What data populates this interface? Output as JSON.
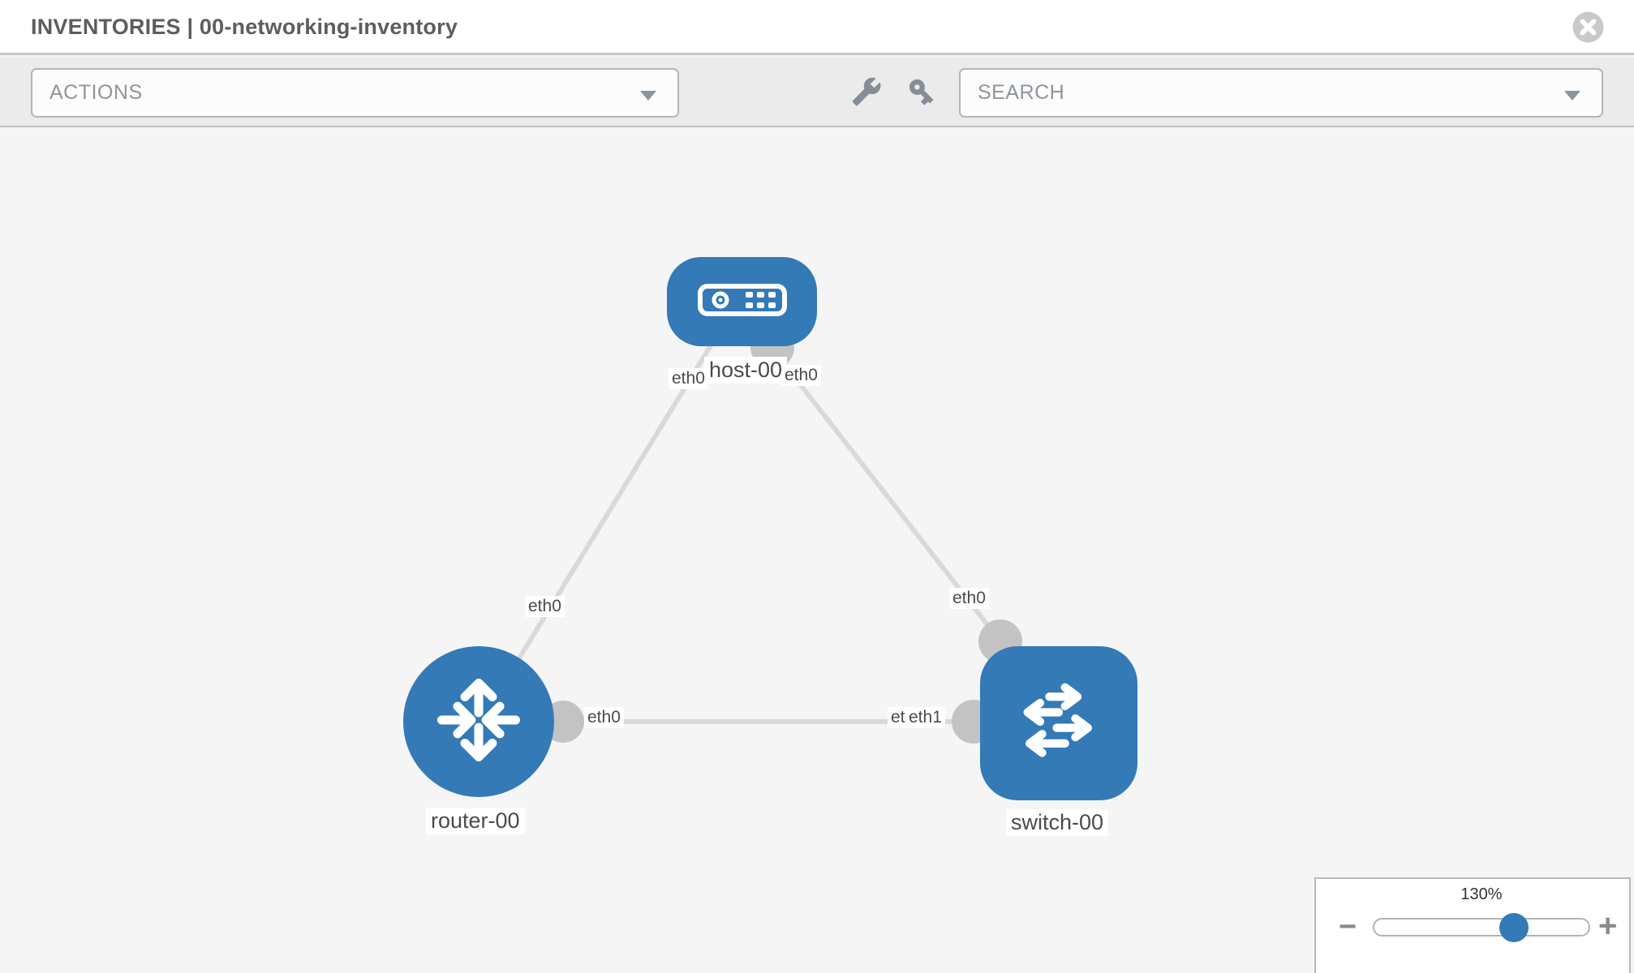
{
  "header": {
    "title": "INVENTORIES | 00-networking-inventory"
  },
  "toolbar": {
    "actions_label": "ACTIONS",
    "search_placeholder": "SEARCH",
    "wrench_icon": "wrench-icon",
    "key_icon": "key-icon"
  },
  "topology": {
    "nodes": [
      {
        "id": "host-00",
        "type": "host",
        "label": "host-00"
      },
      {
        "id": "router-00",
        "type": "router",
        "label": "router-00"
      },
      {
        "id": "switch-00",
        "type": "switch",
        "label": "switch-00"
      }
    ],
    "interfaces": [
      {
        "text": "eth0"
      },
      {
        "text": "eth0"
      },
      {
        "text": "eth0"
      },
      {
        "text": "eth0"
      },
      {
        "text": "eth0"
      },
      {
        "text": "eth0"
      },
      {
        "text": "eth1"
      }
    ],
    "links": [
      {
        "from": "router-00",
        "from_iface": "eth0",
        "to": "host-00",
        "to_iface": "eth0"
      },
      {
        "from": "switch-00",
        "from_iface": "eth0",
        "to": "host-00",
        "to_iface": "eth0"
      },
      {
        "from": "router-00",
        "from_iface": "eth0",
        "to": "switch-00",
        "to_iface": "eth1"
      }
    ]
  },
  "zoom_control": {
    "value": "130%",
    "minus_label": "−",
    "plus_label": "+"
  },
  "colors": {
    "node_blue": "#337ab7",
    "link_gray": "#d9d9d9",
    "connector_gray": "#c3c3c3",
    "canvas_bg": "#f5f5f5",
    "toolbar_bg": "#ebebeb"
  }
}
